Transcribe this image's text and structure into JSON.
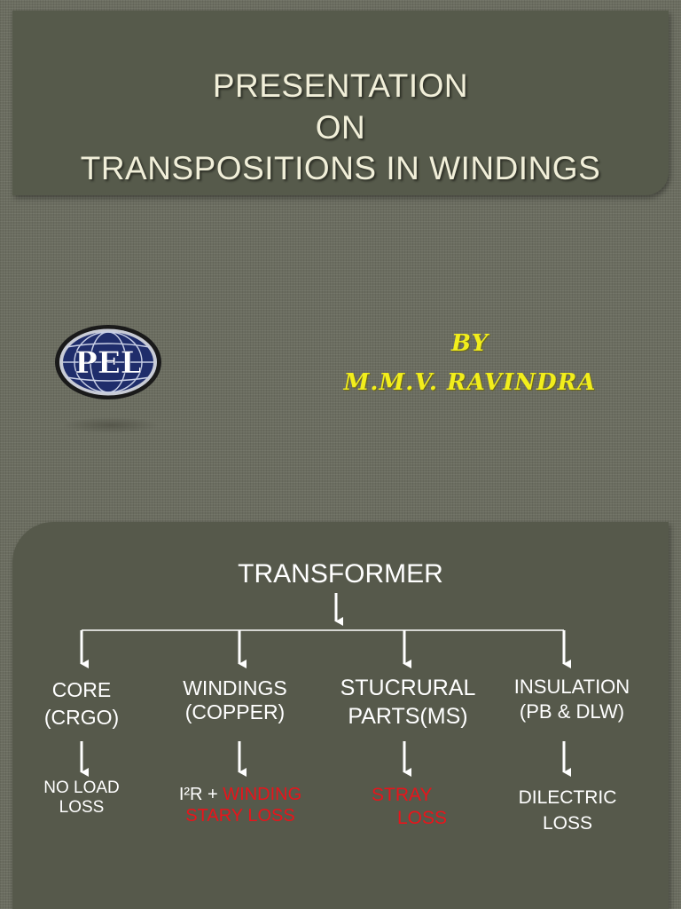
{
  "slide1": {
    "title_lines": [
      "PRESENTATION",
      "ON",
      "TRANSPOSITIONS IN WINDINGS"
    ],
    "logo_text": "PEL",
    "author_by": "BY",
    "author_name": "M.M.V. RAVINDRA"
  },
  "slide2": {
    "root": "TRANSFORMER",
    "branches": [
      {
        "name_lines": [
          "CORE",
          "(CRGO)"
        ],
        "loss_lines": [
          "NO LOAD",
          "LOSS"
        ]
      },
      {
        "name_lines": [
          "WINDINGS",
          "(COPPER)"
        ],
        "loss_prefix": "I²R + ",
        "loss_red_1": "WINDING",
        "loss_red_2": "STARY LOSS"
      },
      {
        "name_lines": [
          "STUCRURAL",
          "PARTS(MS)"
        ],
        "loss_red_1": "STRAY",
        "loss_red_2": "LOSS"
      },
      {
        "name_lines": [
          "INSULATION",
          "(PB & DLW)"
        ],
        "loss_lines": [
          "DILECTRIC",
          "LOSS"
        ]
      }
    ]
  },
  "colors": {
    "background": "#6b6d60",
    "panel": "#565a4b",
    "title_text": "#f1efd9",
    "author_text": "#f2ee1c",
    "red_text": "#e8141b",
    "logo_blue": "#1f2d6b"
  }
}
